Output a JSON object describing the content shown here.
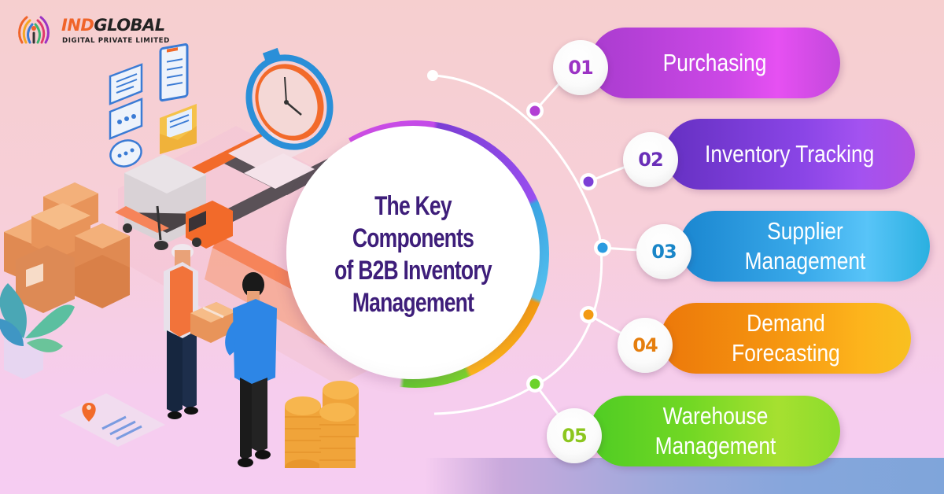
{
  "brand": {
    "name_accent": "IND",
    "name_rest": "GLOBAL",
    "tagline": "DIGITAL PRIVATE LIMITED",
    "accent_color": "#f0642a"
  },
  "hub": {
    "title_lines": [
      "The Key",
      "Components",
      "of B2B Inventory",
      "Management"
    ],
    "title_color": "#3e1e7a"
  },
  "components": [
    {
      "number": "01",
      "label_lines": [
        "Purchasing"
      ],
      "color_start": "#b23fd4",
      "color_end": "#e650f2",
      "number_color": "#9b33c4",
      "dot_color": "#b23fd4"
    },
    {
      "number": "02",
      "label_lines": [
        "Inventory Tracking"
      ],
      "color_start": "#6c35c8",
      "color_end": "#a352f0",
      "number_color": "#6a2fb8",
      "dot_color": "#7c3fd6"
    },
    {
      "number": "03",
      "label_lines": [
        "Supplier",
        "Management"
      ],
      "color_start": "#1d8fd6",
      "color_end": "#4fc0f5",
      "number_color": "#1a86c8",
      "dot_color": "#2a9be0"
    },
    {
      "number": "04",
      "label_lines": [
        "Demand",
        "Forecasting"
      ],
      "color_start": "#ee7e0c",
      "color_end": "#fdb81c",
      "number_color": "#e57e0d",
      "dot_color": "#f39a12"
    },
    {
      "number": "05",
      "label_lines": [
        "Warehouse",
        "Management"
      ],
      "color_start": "#52cc24",
      "color_end": "#a6e330",
      "number_color": "#8cc61f",
      "dot_color": "#6cd22a"
    }
  ],
  "illustration": {
    "elements": [
      "checklist-document",
      "chat-bubbles",
      "envelope-document",
      "stopwatch",
      "delivery-truck",
      "hand-truck",
      "cardboard-boxes",
      "warehouse-worker",
      "businessman",
      "coin-stacks",
      "map-pin-document",
      "potted-plant",
      "conveyor-road"
    ]
  }
}
